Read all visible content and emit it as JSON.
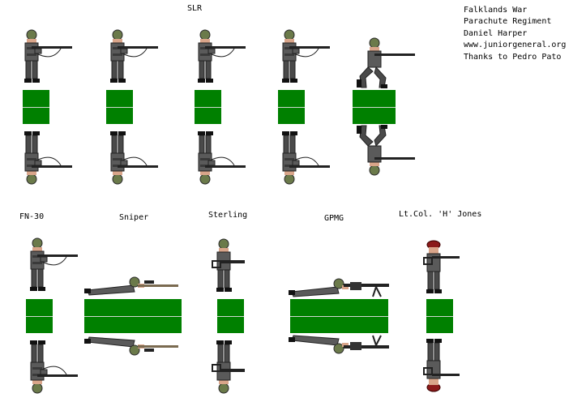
{
  "credits": [
    "Falklands War",
    "Parachute Regiment",
    "Daniel Harper",
    "www.juniorgeneral.org",
    "Thanks to Pedro Pato"
  ],
  "labels": {
    "slr": "SLR",
    "fn30": "FN-30",
    "sniper": "Sniper",
    "sterling": "Sterling",
    "gpmg": "GPMG",
    "jones": "Lt.Col. 'H' Jones"
  },
  "colors": {
    "base": "#008000",
    "uniform": "#5a5a5a",
    "uniform_dark": "#3a3a3a",
    "beret": "#8b1a1a",
    "skin": "#d9a58a",
    "helmet_net": "#6b7a4a"
  },
  "figures": [
    {
      "id": "slr-1",
      "type": "rifleman"
    },
    {
      "id": "slr-2",
      "type": "rifleman"
    },
    {
      "id": "slr-3",
      "type": "rifleman"
    },
    {
      "id": "slr-4",
      "type": "rifleman"
    },
    {
      "id": "slr-5",
      "type": "kneeling"
    },
    {
      "id": "fn30",
      "type": "rifleman"
    },
    {
      "id": "sniper",
      "type": "prone"
    },
    {
      "id": "sterling",
      "type": "smg"
    },
    {
      "id": "gpmg",
      "type": "prone-mg"
    },
    {
      "id": "jones",
      "type": "officer"
    }
  ]
}
